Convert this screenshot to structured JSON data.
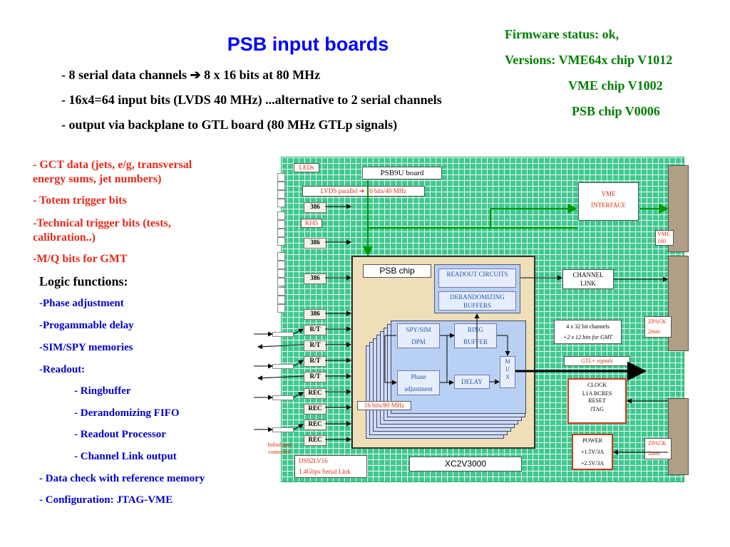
{
  "header": {
    "title": "PSB input boards",
    "bullets": [
      "- 8 serial data channels ➔ 8 x 16 bits at 80 MHz",
      "- 16x4=64 input bits (LVDS 40 MHz) ...alternative to 2 serial channels",
      "- output via backplane to GTL board (80 MHz GTLp signals)"
    ]
  },
  "firmware": {
    "status": "Firmware status:   ok,",
    "versions": "Versions: VME64x chip V1012",
    "vme_chip": "VME chip       V1002",
    "psb_chip": "PSB chip         V0006"
  },
  "inputs_list": [
    "- GCT data (jets, e/g, transversal energy sums, jet numbers)",
    "- Totem trigger bits",
    "-Technical trigger bits (tests, calibration..)",
    "-M/Q bits for GMT"
  ],
  "logic": {
    "title": "Logic functions:",
    "items": [
      "-Phase adjustment",
      "-Progammable delay",
      "-SIM/SPY memories",
      "-Readout:",
      "- Ringbuffer",
      "- Derandomizing FIFO",
      "- Readout Processor",
      "- Channel Link output",
      "- Data check with reference memory",
      "- Configuration: JTAG-VME"
    ]
  },
  "board": {
    "leds": "LEDs",
    "name": "PSB9U board",
    "lvds": "LVDS parallel ➔ 16 bits/40 MHz",
    "rj45": "RJ45",
    "chip386": "386",
    "rt": "R/T",
    "rec": "REC",
    "psb_chip": "PSB chip",
    "readout": "READOUT CIRCUITS",
    "derand": "DERANDOMIZING BUFFERS",
    "spysim": "SPY/SIM",
    "dpm": "DPM",
    "ring": "RING",
    "buffer": "BUFFER",
    "phase": "Phase",
    "adjustment": "adjustment",
    "delay": "DELAY",
    "mux": [
      "M",
      "U",
      "X"
    ],
    "bits80": "16 bits/80 MHz",
    "xc": "XC2V3000",
    "ds92": "DS92LV16",
    "serial": "1.4Gbps Serial Link",
    "infiniband": [
      "Infiniband",
      "connector"
    ],
    "vme_interface": [
      "VME",
      "INTERFACE"
    ],
    "vme160": [
      "VME",
      "160"
    ],
    "channel_link": [
      "CHANNEL",
      "LINK"
    ],
    "channels_text": [
      "4 x 32 bit channels",
      "+2 x 12 bits for GMT"
    ],
    "zpack": [
      "ZPACK",
      "2mm"
    ],
    "gtl_signals": "GTL+ signals",
    "clock_box": [
      "CLOCK",
      "L1A BCRES",
      "RESET",
      "JTAG"
    ],
    "power_box": [
      "POWER",
      "+1.5V/3A",
      "+2.5V/3A"
    ]
  },
  "colors": {
    "title": "#0000ff",
    "firmware": "#008000",
    "inputs": "#e8291c",
    "logic": "#0000cc",
    "board_green": "#3fc88f",
    "chip_beige": "#efdfb8",
    "core_blue": "#b8d0f4"
  }
}
